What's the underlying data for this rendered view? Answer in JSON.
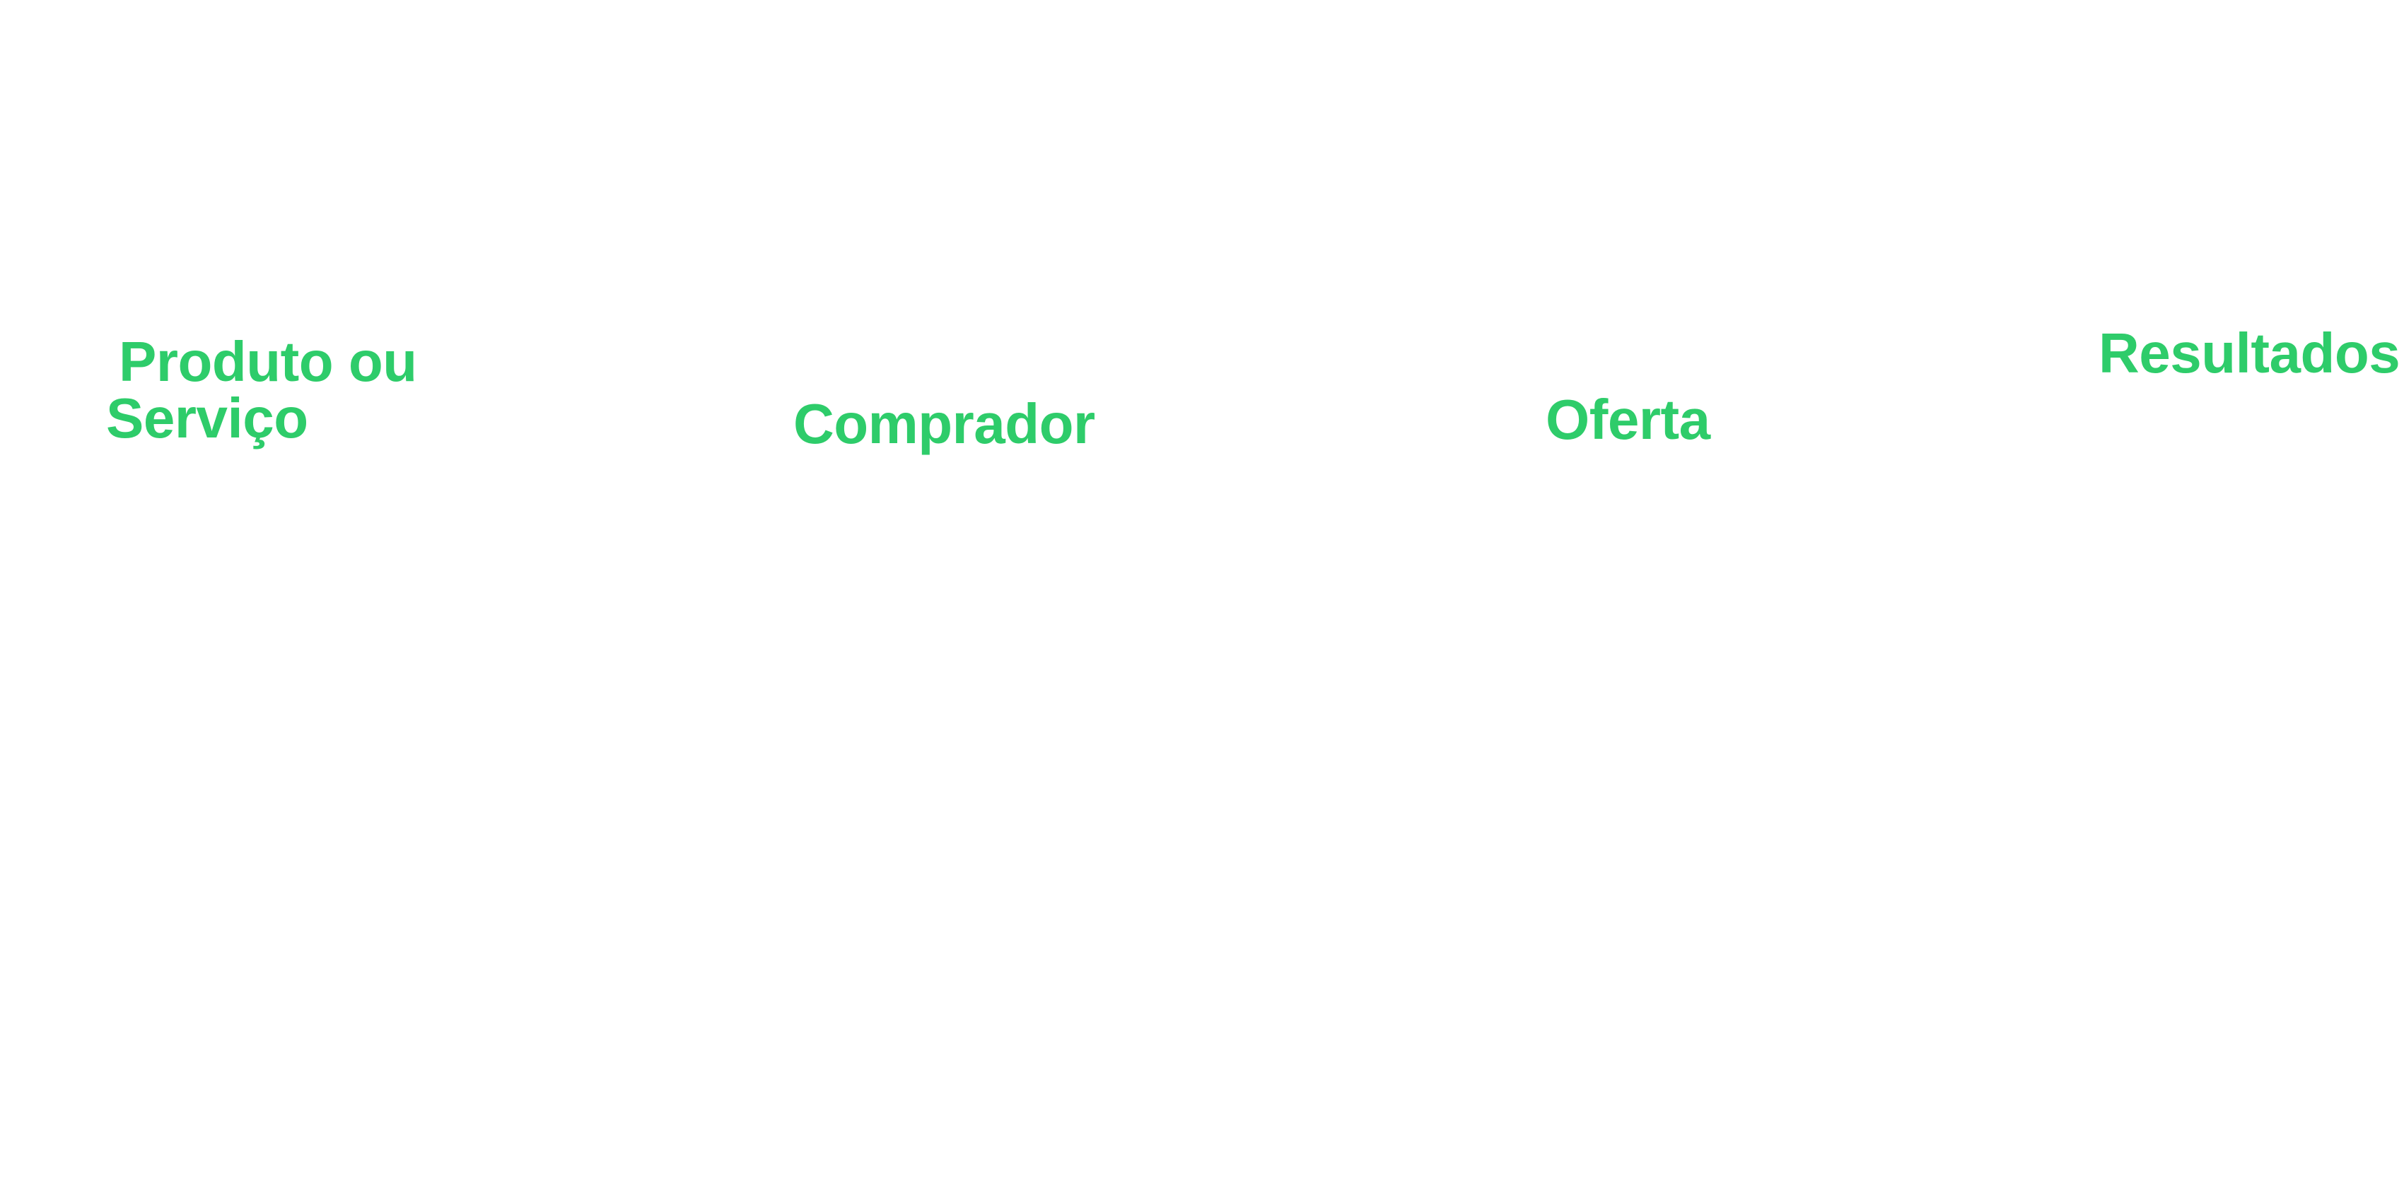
{
  "accent_color": "#2ecc6a",
  "headings": {
    "produto_line1": "Produto ou",
    "produto_line2": "Serviço",
    "comprador": "Comprador",
    "oferta": "Oferta",
    "resultados": "Resultados"
  }
}
